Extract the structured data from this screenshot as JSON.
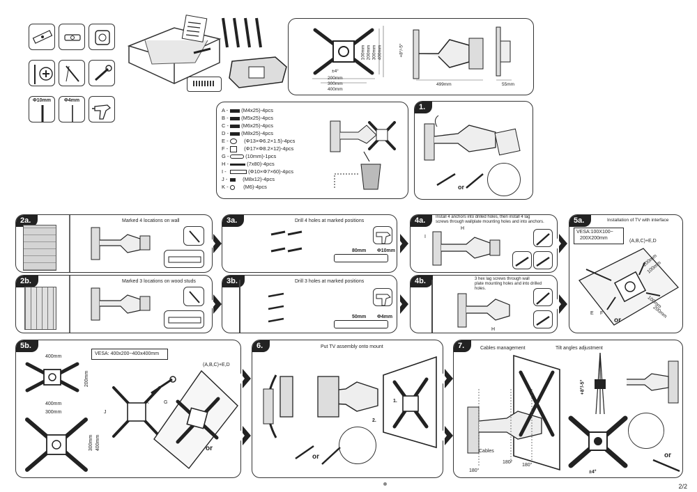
{
  "tools": {
    "drill_bit_10": "Φ10mm",
    "drill_bit_4": "Φ4mm"
  },
  "dimensions_panel": {
    "dims": [
      "200mm",
      "300mm",
      "400mm",
      "100mm",
      "200mm",
      "300mm",
      "400mm"
    ],
    "tilt": "+8°/-5°",
    "rotate": "±4°",
    "extension": "499mm",
    "depth": "55mm"
  },
  "hardware": {
    "items": [
      {
        "letter": "A -",
        "desc": "(M4x25)-4pcs"
      },
      {
        "letter": "B -",
        "desc": "(M5x25)-4pcs"
      },
      {
        "letter": "C -",
        "desc": "(M6x25)-4pcs"
      },
      {
        "letter": "D -",
        "desc": "(M8x25)-4pcs"
      },
      {
        "letter": "E -",
        "desc": "(Φ13×Φ6.2×1.5)-4pcs"
      },
      {
        "letter": "F -",
        "desc": "(Φ17×Φ8.2×12)-4pcs"
      },
      {
        "letter": "G -",
        "desc": "(10mm)-1pcs"
      },
      {
        "letter": "H -",
        "desc": "(7x80)-4pcs"
      },
      {
        "letter": "I -",
        "desc": "(Φ10×Φ7×60)-4pcs"
      },
      {
        "letter": "J -",
        "desc": "(M8x12)-4pcs"
      },
      {
        "letter": "K -",
        "desc": "(M6)-4pcs"
      }
    ]
  },
  "steps": {
    "s1": {
      "tag": "1.",
      "or": "or"
    },
    "s2a": {
      "tag": "2a.",
      "caption": "Marked 4 locations on wall"
    },
    "s2b": {
      "tag": "2b.",
      "caption": "Marked 3 locations on wood studs"
    },
    "s3a": {
      "tag": "3a.",
      "caption": "Drill 4 holes at marked positions",
      "depth": "80mm",
      "bit": "Φ10mm"
    },
    "s3b": {
      "tag": "3b.",
      "caption": "Drill 3 holes at marked positions",
      "depth": "50mm",
      "bit": "Φ4mm"
    },
    "s4a": {
      "tag": "4a.",
      "caption1": "Install 4 anchors into drilled holes, then install 4 lag",
      "caption2": "screws through wallplate mounting holes and into anchors.",
      "l1": "I",
      "l2": "H"
    },
    "s4b": {
      "tag": "4b.",
      "caption1": "3 hex lag screws through wall",
      "caption2": "plate mounting holes and into drilled",
      "caption3": "holes.",
      "l1": "H"
    },
    "s5a": {
      "tag": "5a.",
      "caption": "Installation of TV with interface",
      "vesa1": "VESA:100X100~",
      "vesa2": "200X200mm",
      "parts": "(A,B,C)+E,D",
      "d1": "200mm",
      "d2": "100mm",
      "d3": "100mm",
      "d4": "200mm",
      "e": "E",
      "f": "F",
      "or": "or"
    },
    "s5b": {
      "tag": "5b.",
      "vesa": "VESA: 400x200~400x400mm",
      "parts": "(A,B,C)+E,D",
      "d1": "400mm",
      "d2": "200mm",
      "d3": "400mm",
      "d4": "300mm",
      "d5": "300mm",
      "d6": "400mm",
      "j": "J",
      "k": "K",
      "g": "G",
      "or": "or"
    },
    "s6": {
      "tag": "6.",
      "caption": "Put TV assembly onto mount",
      "n1": "1.",
      "n2": "2.",
      "or": "or"
    },
    "s7": {
      "tag": "7.",
      "caption1": "Cables management",
      "caption2": "Tilt angles adjustment",
      "cables": "Cables",
      "a1": "180°",
      "a2": "180°",
      "a3": "180°",
      "tilt": "+8°/-5°",
      "rot": "±4°",
      "or": "or"
    }
  },
  "page_number": "2/2"
}
